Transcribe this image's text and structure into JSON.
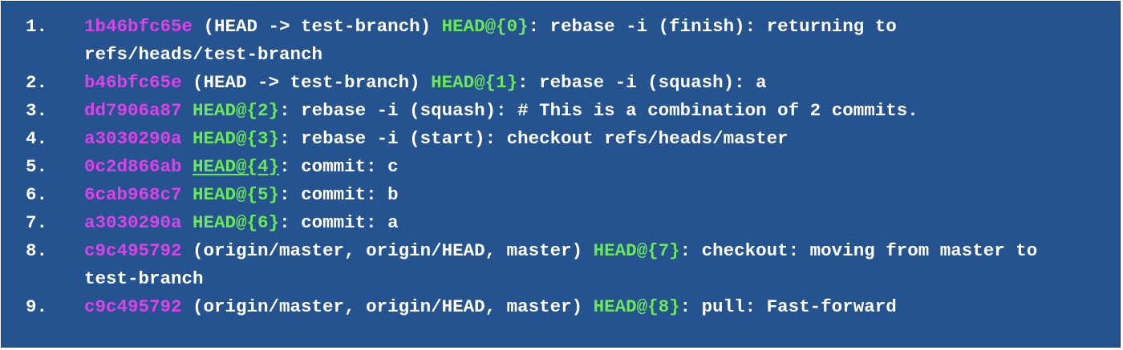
{
  "colors": {
    "background": "#245390",
    "hash": "#e040e8",
    "reflog_ref": "#6be85a",
    "text": "#ffffff"
  },
  "entries": [
    {
      "num": "1.",
      "hash": "1b46bfc65e",
      "pre": " (HEAD -> test-branch) ",
      "ref": "HEAD@{0}",
      "msg": ": rebase -i (finish): returning to refs/heads/test-branch"
    },
    {
      "num": "2.",
      "hash": "b46bfc65e",
      "pre": " (HEAD -> test-branch) ",
      "ref": "HEAD@{1}",
      "msg": ": rebase -i (squash): a"
    },
    {
      "num": "3.",
      "hash": "dd7906a87",
      "pre": " ",
      "ref": "HEAD@{2}",
      "msg": ": rebase -i (squash): # This is a combination of 2 commits."
    },
    {
      "num": "4.",
      "hash": "a3030290a",
      "pre": " ",
      "ref": "HEAD@{3}",
      "msg": ": rebase -i (start): checkout refs/heads/master"
    },
    {
      "num": "5.",
      "hash": "0c2d866ab",
      "pre": " ",
      "ref": "HEAD@{4}",
      "msg": ": commit: c"
    },
    {
      "num": "6.",
      "hash": "6cab968c7",
      "pre": " ",
      "ref": "HEAD@{5}",
      "msg": ": commit: b"
    },
    {
      "num": "7.",
      "hash": "a3030290a",
      "pre": " ",
      "ref": "HEAD@{6}",
      "msg": ": commit: a"
    },
    {
      "num": "8.",
      "hash": "c9c495792",
      "pre": " (origin/master, origin/HEAD, master) ",
      "ref": "HEAD@{7}",
      "msg": ": checkout: moving from master to test-branch"
    },
    {
      "num": "9.",
      "hash": "c9c495792",
      "pre": " (origin/master, origin/HEAD, master) ",
      "ref": "HEAD@{8}",
      "msg": ": pull: Fast-forward"
    }
  ]
}
